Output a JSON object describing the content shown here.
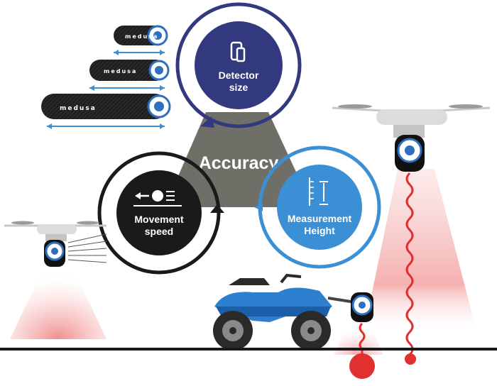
{
  "center": {
    "label": "Accuracy"
  },
  "factors": [
    {
      "id": "detector-size",
      "line1": "Detector",
      "line2": "size",
      "color": "#33397e"
    },
    {
      "id": "movement-speed",
      "line1": "Movement",
      "line2": "speed",
      "color": "#1a1a1a"
    },
    {
      "id": "measurement-height",
      "line1": "Measurement",
      "line2": "Height",
      "color": "#3b8fd4"
    }
  ],
  "brand": "medusa",
  "colors": {
    "triangle": "#6f6f68",
    "detector": "#33397e",
    "movement": "#1a1a1a",
    "height": "#3b8fd4",
    "vehicle": "#2f7fd0",
    "radiation": "#e03030",
    "ground": "#1a1a1a"
  },
  "icons": [
    "phone-icon",
    "motion-icon",
    "height-ruler-icon",
    "radiation-waves-icon"
  ]
}
